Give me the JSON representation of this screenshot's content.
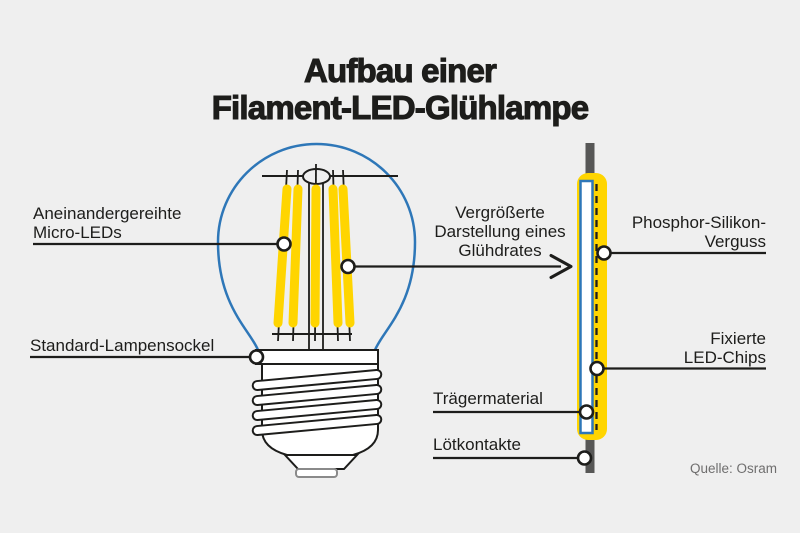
{
  "title": {
    "text": "Aufbau einer\nFilament-LED-Glühlampe"
  },
  "labels": {
    "micro_leds": "Aneinandergereihte\nMicro-LEDs",
    "socket": "Standard-Lampensockel",
    "magnified_note": "Vergrößerte\nDarstellung eines\nGlühdrates",
    "phosphor": "Phosphor-Silikon-\nVerguss",
    "led_chips": "Fixierte\nLED-Chips",
    "carrier": "Trägermaterial",
    "solder": "Lötkontakte"
  },
  "source": {
    "text": "Quelle: Osram"
  },
  "colors": {
    "bg": "#efefef",
    "ink": "#1d1d1b",
    "yellow": "#ffd500",
    "blue": "#2e77b8",
    "leadgray": "#575756",
    "muted": "#6f6e6e",
    "white": "#ffffff"
  }
}
